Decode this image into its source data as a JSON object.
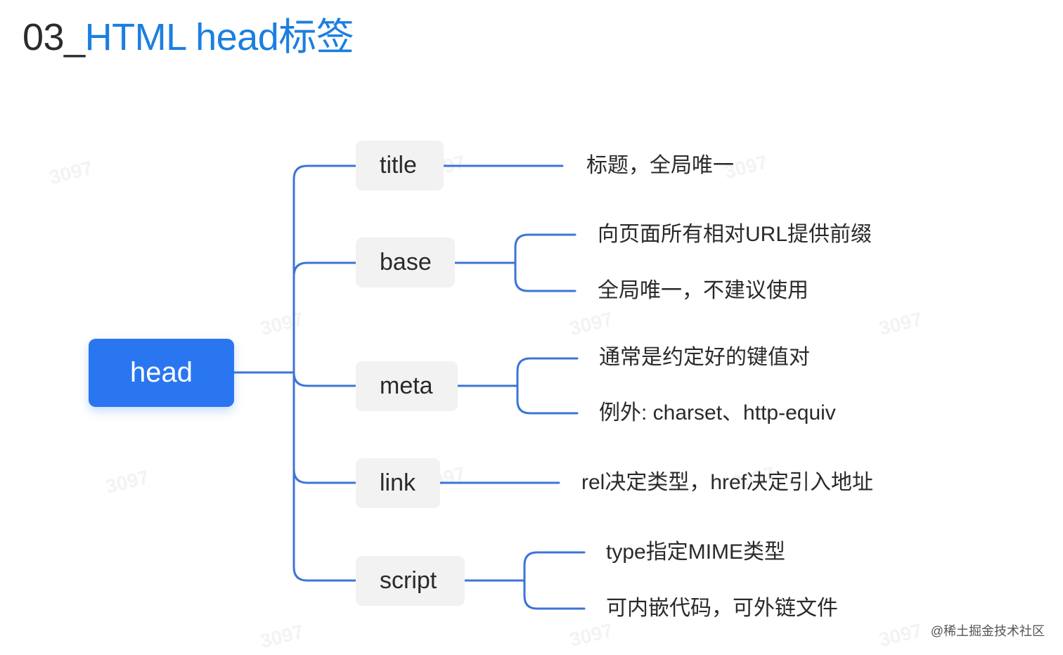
{
  "header": {
    "prefix": "03_",
    "title": "HTML head标签"
  },
  "root": {
    "label": "head"
  },
  "branches": [
    {
      "label": "title",
      "notes": [
        "标题，全局唯一"
      ]
    },
    {
      "label": "base",
      "notes": [
        "向页面所有相对URL提供前缀",
        "全局唯一，不建议使用"
      ]
    },
    {
      "label": "meta",
      "notes": [
        "通常是约定好的键值对",
        "例外: charset、http-equiv"
      ]
    },
    {
      "label": "link",
      "notes": [
        "rel决定类型，href决定引入地址"
      ]
    },
    {
      "label": "script",
      "notes": [
        "type指定MIME类型",
        "可内嵌代码，可外链文件"
      ]
    }
  ],
  "watermark": "3097",
  "credit": "@稀土掘金技术社区",
  "colors": {
    "root_fill": "#2a76f0",
    "connector": "#3d74d6",
    "title_accent": "#1c7fe0",
    "node_fill": "#f2f2f3"
  }
}
